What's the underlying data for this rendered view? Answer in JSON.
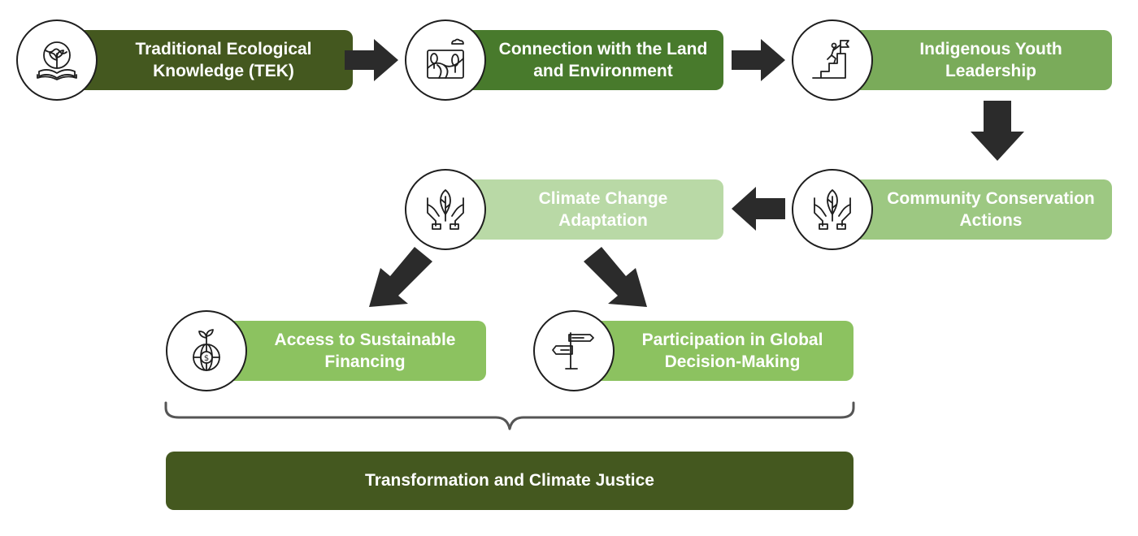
{
  "colors": {
    "dark_green": "#44581f",
    "mid_green": "#487a2c",
    "green": "#7aab5a",
    "light_green": "#9dc882",
    "pale_green": "#b9d9a6",
    "lime_green": "#8cc260",
    "arrow": "#2b2b2b",
    "icon_stroke": "#1e1e1e"
  },
  "nodes": [
    {
      "id": "tek",
      "label": "Traditional Ecological Knowledge (TEK)",
      "icon": "globe-book-plant-icon"
    },
    {
      "id": "land",
      "label": "Connection with the Land and Environment",
      "icon": "landscape-icon"
    },
    {
      "id": "youth",
      "label": "Indigenous Youth Leadership",
      "icon": "climber-flag-icon"
    },
    {
      "id": "community",
      "label": "Community Conservation Actions",
      "icon": "hands-leaf-icon"
    },
    {
      "id": "adaptation",
      "label": "Climate Change Adaptation",
      "icon": "hands-leaf-icon"
    },
    {
      "id": "financing",
      "label": "Access to Sustainable Financing",
      "icon": "money-globe-plant-icon"
    },
    {
      "id": "decision",
      "label": "Participation in Global Decision-Making",
      "icon": "signpost-icon"
    }
  ],
  "result": {
    "label": "Transformation and Climate Justice"
  }
}
